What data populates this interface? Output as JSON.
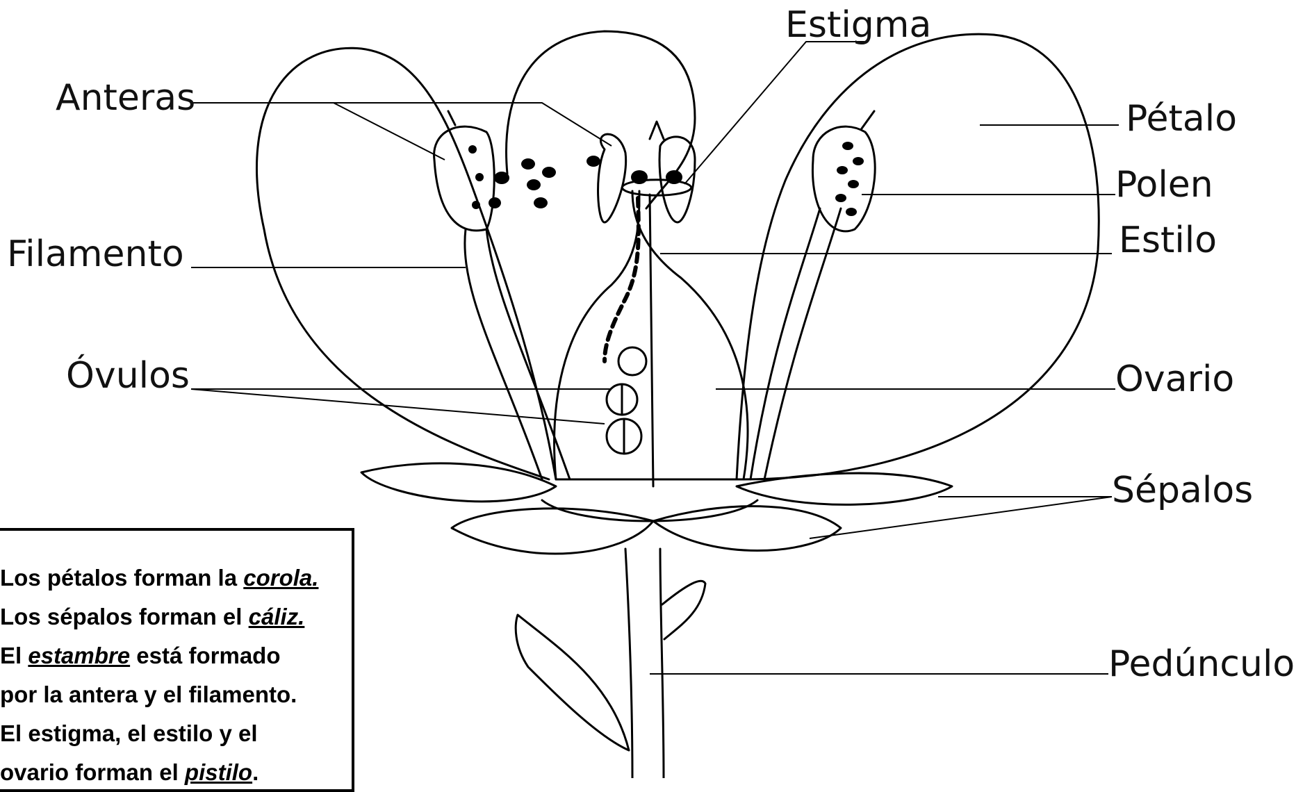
{
  "labels": {
    "estigma": "Estigma",
    "anteras": "Anteras",
    "petalo": "Pétalo",
    "polen": "Polen",
    "estilo": "Estilo",
    "filamento": "Filamento",
    "ovulos": "Óvulos",
    "ovario": "Ovario",
    "sepalos": "Sépalos",
    "pedunculo": "Pedúnculo"
  },
  "note": {
    "l1_a": "Los pétalos forman la ",
    "l1_b": "corola.",
    "l2_a": "Los sépalos forman el ",
    "l2_b": "cáliz.",
    "l3_a": "El ",
    "l3_b": "estambre",
    "l3_c": " está formado",
    "l4": "por la antera y el filamento.",
    "l5": "El estigma, el estilo y el",
    "l6_a": "ovario forman el ",
    "l6_b": "pistilo",
    "l6_c": "."
  }
}
